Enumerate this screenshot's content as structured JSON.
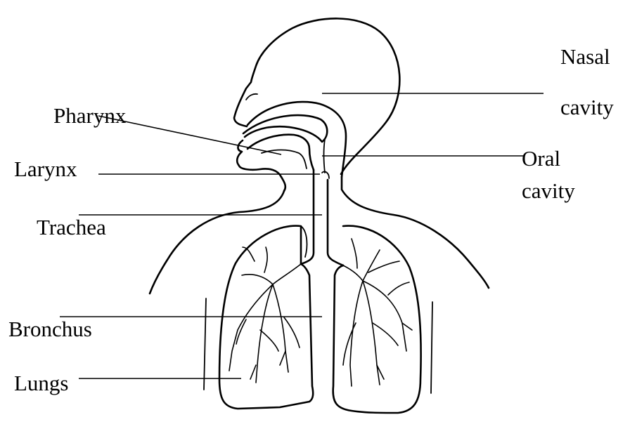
{
  "labels": {
    "pharynx": "Pharynx",
    "larynx": "Larynx",
    "trachea": "Trachea",
    "bronchus": "Bronchus",
    "lungs": "Lungs",
    "nasal_line1": "Nasal",
    "nasal_line2": "cavity",
    "oral_line1": "Oral",
    "oral_line2": "cavity"
  }
}
